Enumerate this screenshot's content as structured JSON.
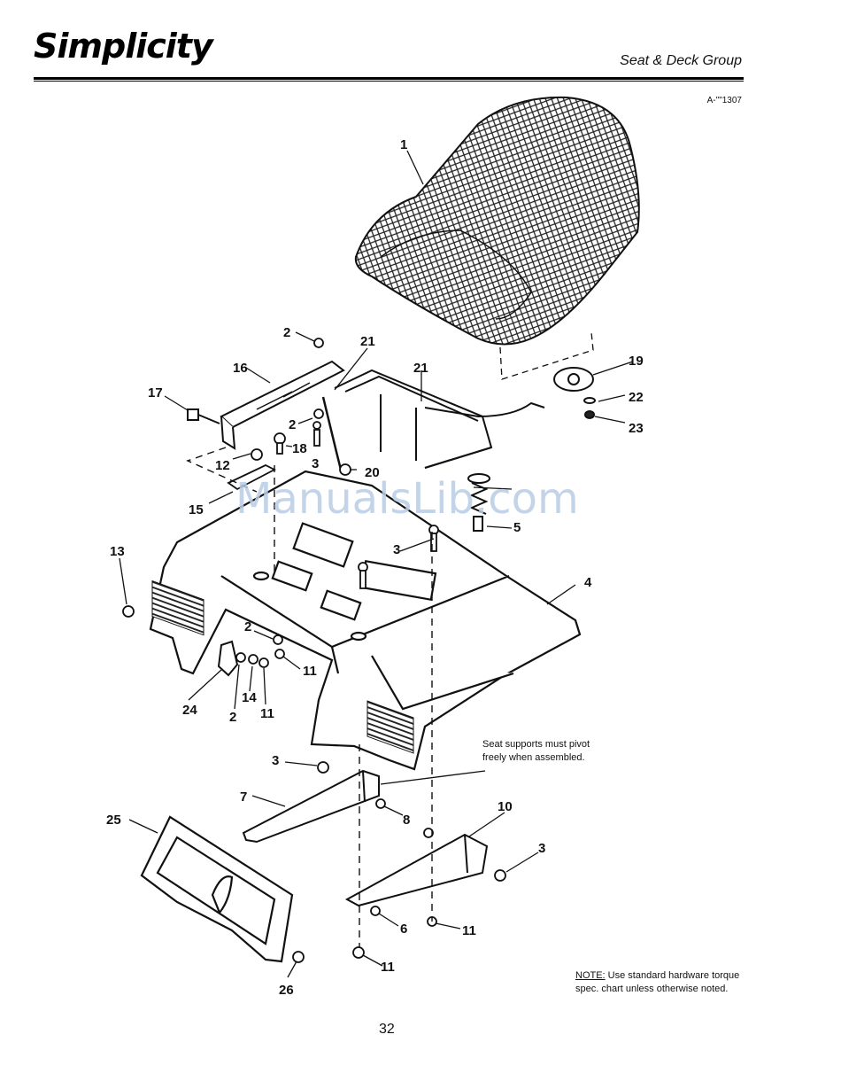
{
  "header": {
    "brand": "Simplicity",
    "section_title": "Seat & Deck Group",
    "drawing_code": "A-\"\"1307"
  },
  "callouts": {
    "c1": "1",
    "c2a": "2",
    "c2b": "2",
    "c2c": "2",
    "c2d": "2",
    "c3a": "3",
    "c3b": "3",
    "c3c": "3",
    "c3d": "3",
    "c4": "4",
    "c5": "5",
    "c6": "6",
    "c7": "7",
    "c8": "8",
    "c10": "10",
    "c11a": "11",
    "c11b": "11",
    "c11c": "11",
    "c11d": "11",
    "c12": "12",
    "c13": "13",
    "c14": "14",
    "c15": "15",
    "c16": "16",
    "c17": "17",
    "c18": "18",
    "c19": "19",
    "c20": "20",
    "c21a": "21",
    "c21b": "21",
    "c22": "22",
    "c23": "23",
    "c24": "24",
    "c25": "25",
    "c26": "26"
  },
  "side_note": "Seat supports must pivot freely when assembled.",
  "bottom_note": {
    "label": "NOTE:",
    "text": " Use standard hardware torque spec. chart unless otherwise noted."
  },
  "watermark": "ManualsLib.com",
  "page_number": "32",
  "colors": {
    "ink": "#111111",
    "watermark": "#b9cde6"
  }
}
